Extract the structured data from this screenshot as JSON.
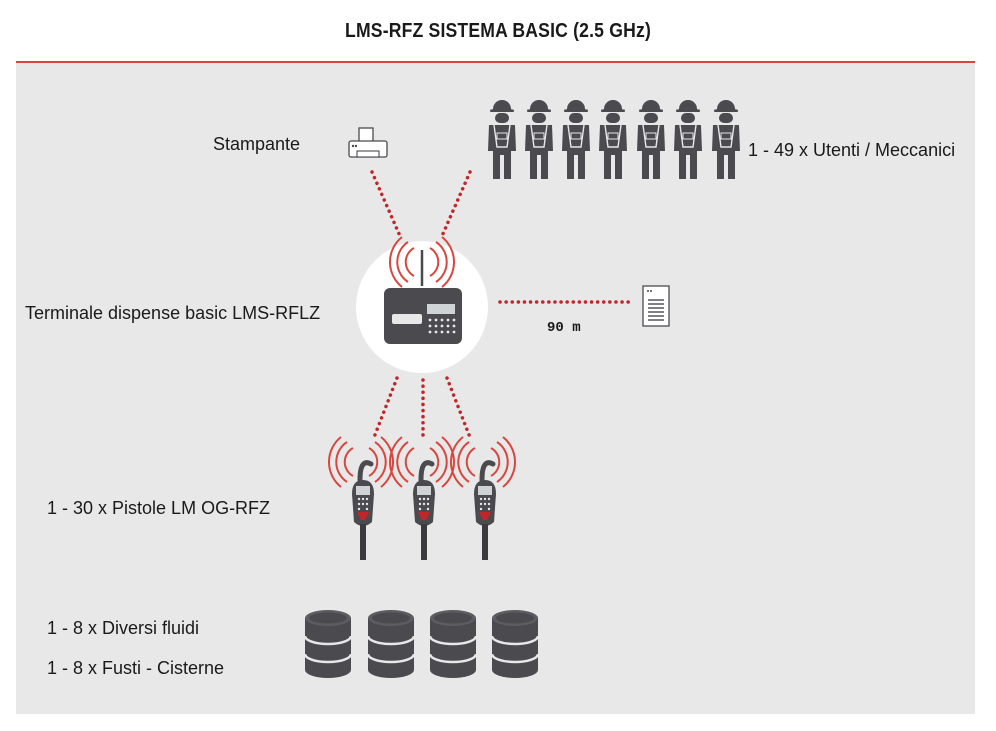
{
  "title": "LMS-RFZ SISTEMA BASIC (2.5 GHz)",
  "labels": {
    "printer": "Stampante",
    "users": "1 - 49 x Utenti / Meccanici",
    "terminal": "Terminale dispense basic LMS-RFLZ",
    "distance": "90 m",
    "nozzles": "1 - 30 x Pistole LM OG-RFZ",
    "fluids": "1 - 8 x Diversi fluidi",
    "drums": "1 - 8 x Fusti - Cisterne"
  },
  "icons": {
    "printer": "printer-icon",
    "worker": "worker-icon",
    "terminal": "terminal-icon",
    "document": "document-icon",
    "nozzle": "fuel-nozzle-icon",
    "drum": "drum-icon",
    "signal": "wireless-signal-icon"
  },
  "counts": {
    "workers_shown": 7,
    "nozzles_shown": 3,
    "drums_shown": 4
  },
  "colors": {
    "accent": "#d9463f",
    "icon_dark": "#4a4a4f",
    "panel": "#e8e8e8",
    "link_dots": "#c0262a"
  }
}
